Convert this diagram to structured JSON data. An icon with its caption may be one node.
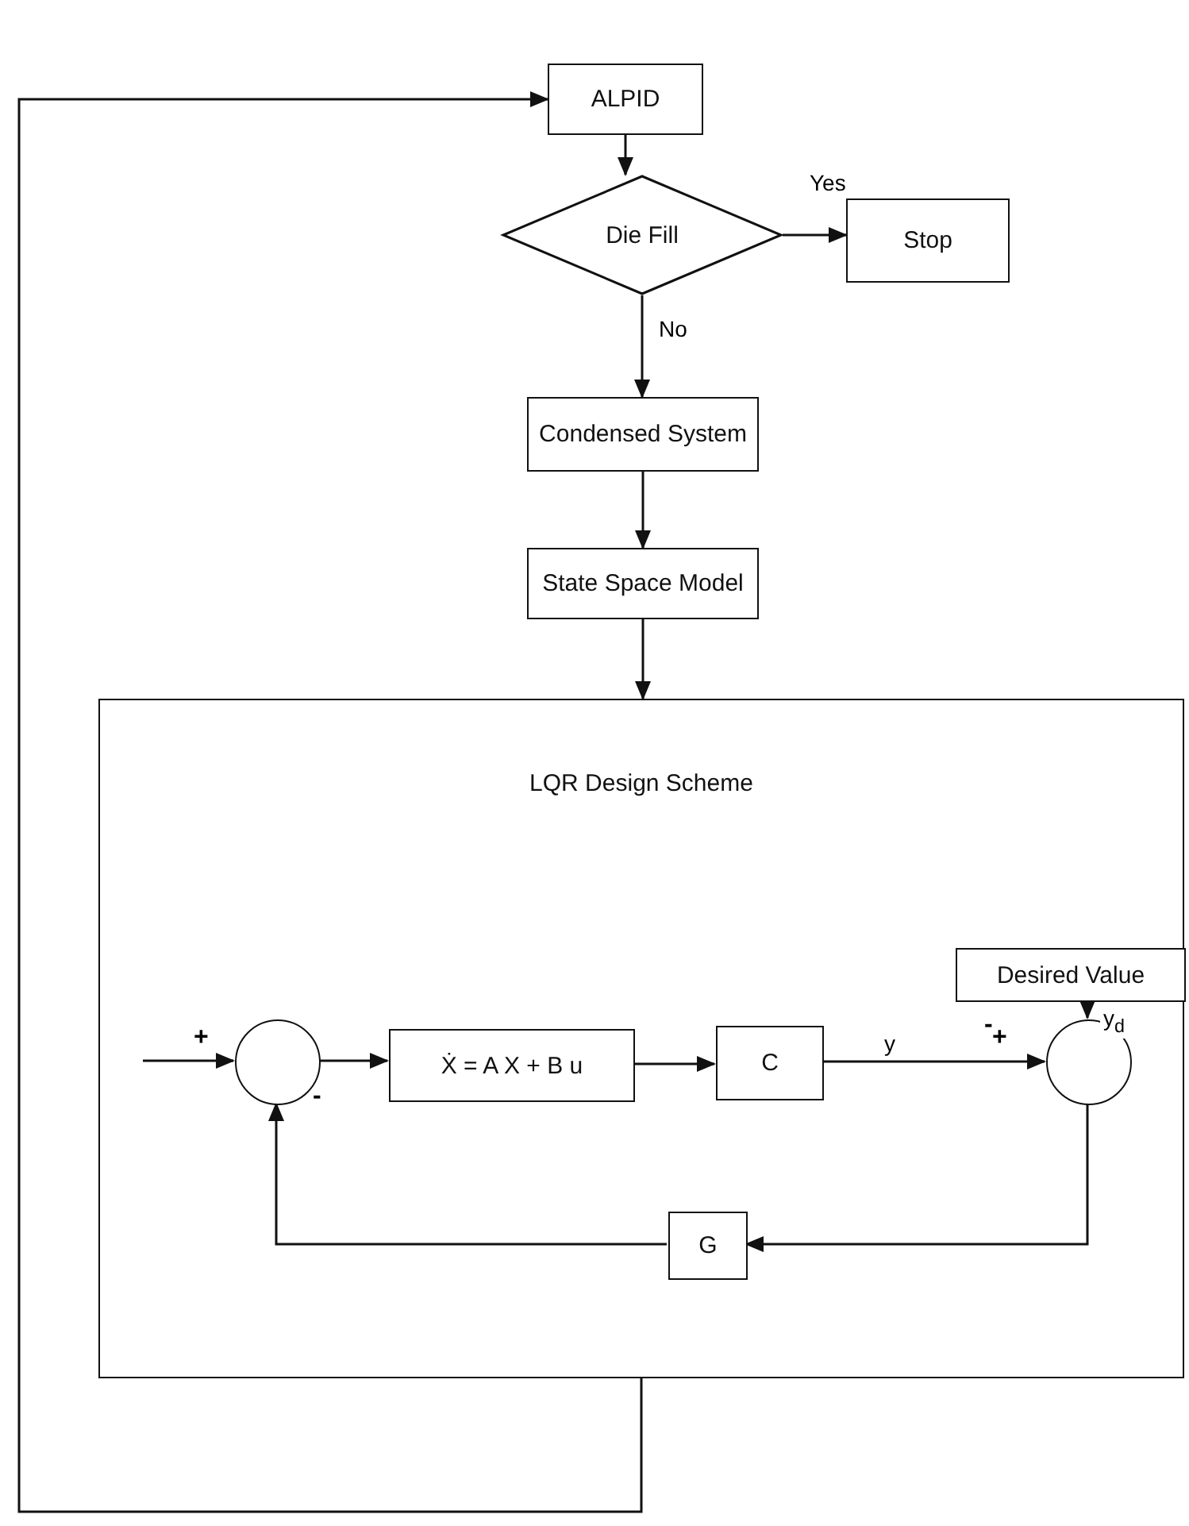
{
  "diagram": {
    "nodes": [
      {
        "text": [
          "ALPID"
        ]
      },
      {
        "text": [
          "Die Fill"
        ]
      },
      {
        "text": [
          "Stop"
        ]
      },
      {
        "text": [
          "Condensed System"
        ]
      },
      {
        "text": [
          "State Space Model"
        ]
      },
      {
        "text": [
          "LQR Design Scheme"
        ]
      },
      {
        "text": [],
        "shape": "circle",
        "in": 5
      },
      {
        "text": [
          "Ẋ = A X + B u"
        ],
        "in": 5
      },
      {
        "text": [
          "C"
        ],
        "in": 5
      },
      {
        "text": [],
        "shape": "circle",
        "in": 5
      },
      {
        "text": [
          "Desired Value"
        ],
        "in": 5
      },
      {
        "text": [
          "G"
        ],
        "in": 5
      }
    ],
    "edges": [
      {
        "from": 0,
        "to": 1,
        "arrow": "to"
      },
      {
        "from": 1,
        "to": 2,
        "arrow": "to",
        "label": "Yes"
      },
      {
        "from": 1,
        "to": 3,
        "arrow": "to",
        "label": "No"
      },
      {
        "from": 3,
        "to": 4,
        "arrow": "to"
      },
      {
        "from": 4,
        "to": 5,
        "arrow": "to"
      },
      {
        "from": null,
        "to": 6,
        "arrow": "to"
      },
      {
        "from": 6,
        "to": 7,
        "arrow": "to"
      },
      {
        "from": 7,
        "to": 8,
        "arrow": "to"
      },
      {
        "from": 8,
        "to": 9,
        "arrow": "to",
        "label": "y"
      },
      {
        "from": 10,
        "to": 9,
        "arrow": "to",
        "label": "y$_{d}$"
      },
      {
        "from": 9,
        "to": 11,
        "arrow": "to"
      },
      {
        "from": 11,
        "to": 6,
        "arrow": "to"
      },
      {
        "from": 5,
        "to": 0,
        "arrow": "to"
      }
    ],
    "labels": [
      "-",
      "+",
      "+",
      "-"
    ]
  }
}
